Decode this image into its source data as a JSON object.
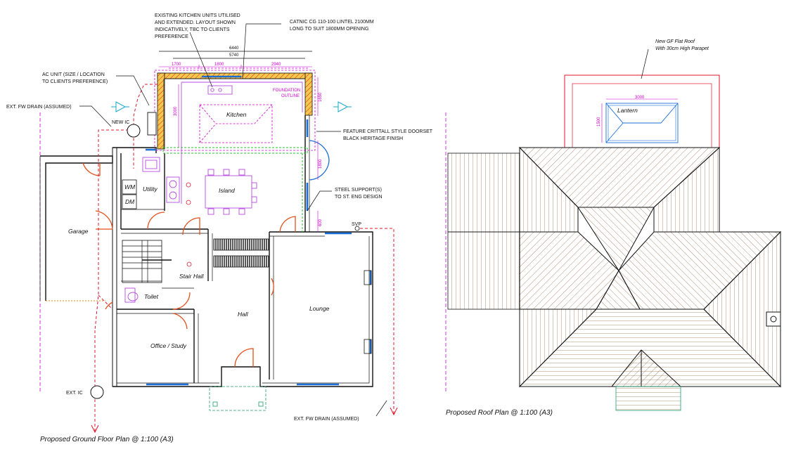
{
  "ground_floor": {
    "title": "Proposed Ground Floor Plan @ 1:100 (A3)",
    "rooms": {
      "kitchen": "Kitchen",
      "island": "Island",
      "utility": "Utility",
      "wm": "WM",
      "dm": "DM",
      "garage": "Garage",
      "stair_hall": "Stair Hall",
      "toilet": "Toilet",
      "hall": "Hall",
      "lounge": "Lounge",
      "office": "Office / Study"
    },
    "annotations": {
      "kitchen_units": [
        "EXISTING KITCHEN UNITS UTILISED",
        "AND EXTENDED. LAYOUT SHOWN",
        "INDICATIVELY, TBC TO CLIENTS",
        "PREFERENCE"
      ],
      "lintel": [
        "CATNIC CG 110-100 LINTEL 2100MM",
        "LONG TO SUIT 1800MM OPENING"
      ],
      "ac_unit": [
        "AC UNIT (SIZE / LOCATION",
        "TO CLIENTS PREFERENCE)"
      ],
      "ext_fw_drain_left": "EXT. FW DRAIN (ASSUMED)",
      "new_ic": "NEW IC",
      "doorset": [
        "FEATURE CRITTALL STYLE DOORSET",
        "BLACK HERITAGE FINISH"
      ],
      "steel": [
        "STEEL SUPPORT(S)",
        "TO ST. ENG DESIGN"
      ],
      "svp": "SVP",
      "ext_ic": "EXT. IC",
      "ext_fw_drain_bottom": "EXT. FW DRAIN (ASSUMED)",
      "foundation": [
        "FOUNDATION",
        "OUTLINE"
      ]
    },
    "dimensions": {
      "overall": "6440",
      "inner": "5740",
      "seg1": "1700",
      "seg2": "1800",
      "seg3": "2940",
      "depth": "3000",
      "right_top": "1650",
      "right_mid": "1800",
      "right_bottom": "600"
    }
  },
  "roof": {
    "title": "Proposed Roof Plan @ 1:100 (A3)",
    "flat_roof_note": [
      "New GF Flat Roof",
      "With 30cm High Parapet"
    ],
    "lantern": "Lantern",
    "lantern_width": "3000",
    "lantern_depth": "1500"
  },
  "colors": {
    "walls": "#111111",
    "doors": "#e2501c",
    "drain": "#e0162b",
    "foundation": "#d100d1",
    "glazing": "#1a6fd6",
    "steel": "#27c22f",
    "roof_tiles": "#7a4a1c",
    "insulation": "#f2c94c"
  }
}
